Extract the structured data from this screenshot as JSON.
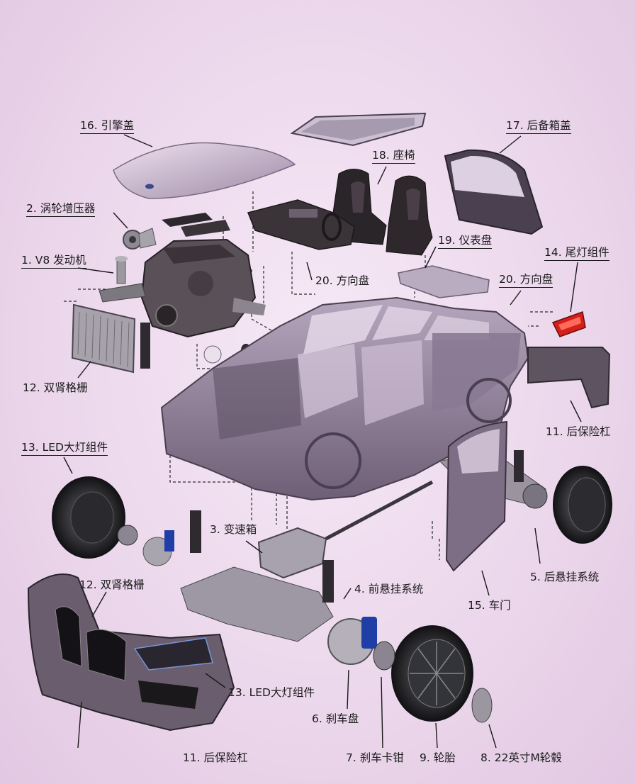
{
  "labels": {
    "l16": "16. 引擎盖",
    "l2": "2. 涡轮增压器",
    "l1": "1. V8 发动机",
    "l12a": "12. 双肾格栅",
    "l13a": "13. LED大灯组件",
    "l18": "18. 座椅",
    "l20a": "20. 方向盘",
    "l19": "19. 仪表盘",
    "l20b": "20. 方向盘",
    "l17": "17. 后备箱盖",
    "l14": "14. 尾灯组件",
    "l11a": "11. 后保险杠",
    "l3": "3. 变速箱",
    "l4": "4. 前悬挂系统",
    "l5": "5. 后悬挂系统",
    "l15": "15. 车门",
    "l12b": "12. 双肾格栅",
    "l13b": "13. LED大灯组件",
    "l6": "6. 刹车盘",
    "l11b": "11. 后保险杠",
    "l7": "7. 刹车卡钳",
    "l9": "9. 轮胎",
    "l8": "8. 22英寸M轮毂"
  },
  "colors": {
    "background": "#ecd8ec",
    "body_metal": "#7f6e86",
    "dark_metal": "#3d3540",
    "taillight": "#d4201a",
    "brake_caliper": "#1f3fa6",
    "label_text": "#1a1a1a"
  }
}
